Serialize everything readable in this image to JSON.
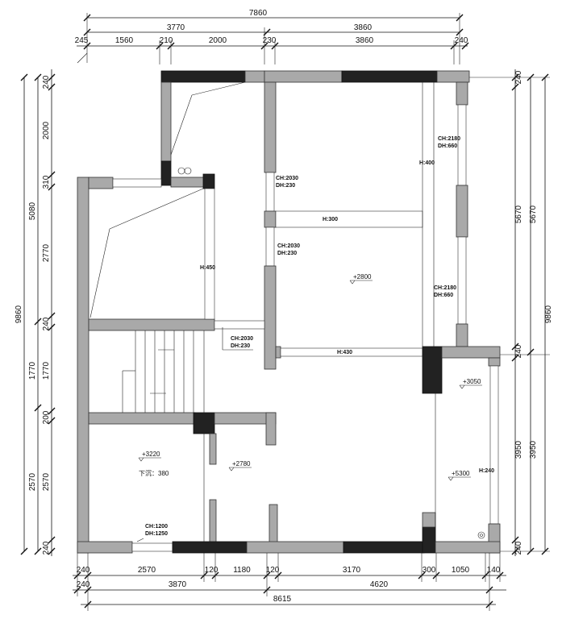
{
  "top_dims": {
    "overall": "7860",
    "row2": [
      "3770",
      "3860"
    ],
    "row3": [
      "245",
      "1560",
      "210",
      "2000",
      "230",
      "3860",
      "240"
    ]
  },
  "bottom_dims": {
    "row1": [
      "240",
      "2570",
      "120",
      "1180",
      "120",
      "3170",
      "300",
      "1050",
      "140"
    ],
    "row2": [
      "240",
      "3870",
      "4620"
    ],
    "overall": "8615"
  },
  "left_dims": {
    "overall": "9860",
    "group": [
      "5080",
      "1770",
      "2570"
    ],
    "detail": [
      "240",
      "2000",
      "310",
      "2770",
      "240",
      "1770",
      "200",
      "2570",
      "240"
    ]
  },
  "right_dims": {
    "overall": "9860",
    "group": [
      "5670",
      "3950"
    ],
    "detail": [
      "240",
      "5670",
      "240",
      "3950",
      "240"
    ]
  },
  "annotations": {
    "ch2030_dh230_a": [
      "CH:2030",
      "DH:230"
    ],
    "ch2030_dh230_b": [
      "CH:2030",
      "DH:230"
    ],
    "ch2030_dh230_c": [
      "CH:2030",
      "DH:230"
    ],
    "ch2180_dh660_a": [
      "CH:2180",
      "DH:660"
    ],
    "ch2180_dh660_b": [
      "CH:2180",
      "DH:660"
    ],
    "ch1200_dh1250": [
      "CH:1200",
      "DH:1250"
    ],
    "h400": "H:400",
    "h300": "H:300",
    "h450": "H:450",
    "h430": "H:430",
    "h240": "H:240",
    "sink_note": "下沉：380"
  },
  "elevations": [
    "+2800",
    "+3050",
    "+3220",
    "+2780",
    "+5300"
  ]
}
